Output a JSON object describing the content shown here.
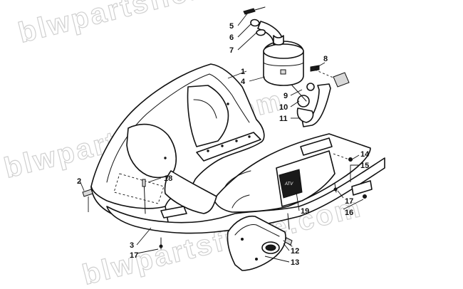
{
  "watermark": "blwpartsfiche.com",
  "decal_text": "ATV",
  "callouts": [
    {
      "id": "c1",
      "label": "1"
    },
    {
      "id": "c2",
      "label": "2"
    },
    {
      "id": "c3",
      "label": "3"
    },
    {
      "id": "c4",
      "label": "4"
    },
    {
      "id": "c5",
      "label": "5"
    },
    {
      "id": "c6",
      "label": "6"
    },
    {
      "id": "c7",
      "label": "7"
    },
    {
      "id": "c8",
      "label": "8"
    },
    {
      "id": "c9",
      "label": "9"
    },
    {
      "id": "c10",
      "label": "10"
    },
    {
      "id": "c11",
      "label": "11"
    },
    {
      "id": "c12",
      "label": "12"
    },
    {
      "id": "c13",
      "label": "13"
    },
    {
      "id": "c14",
      "label": "14"
    },
    {
      "id": "c15",
      "label": "15"
    },
    {
      "id": "c16",
      "label": "16"
    },
    {
      "id": "c17a",
      "label": "17"
    },
    {
      "id": "c17b",
      "label": "17"
    },
    {
      "id": "c18",
      "label": "18"
    },
    {
      "id": "c19",
      "label": "19"
    }
  ]
}
